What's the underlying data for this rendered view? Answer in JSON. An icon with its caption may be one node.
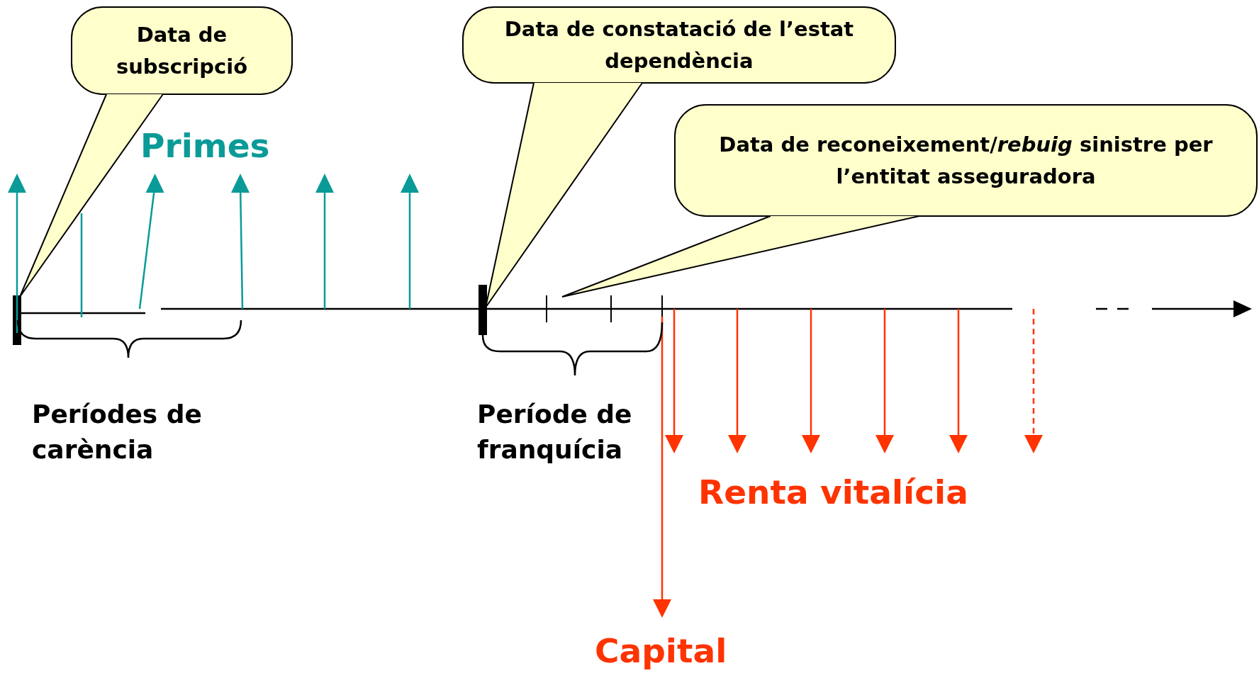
{
  "diagram": {
    "nodes": [
      {
        "text": [
          "Data de subscripció"
        ]
      },
      {
        "text": [
          "Data de constatació de l’estat dependència"
        ]
      },
      {
        "text": [
          "Data de reconeixement/*rebuig* sinistre per l’entitat asseguradora"
        ]
      }
    ],
    "edges": [
      {
        "from": 0,
        "to": null,
        "arrow": "none"
      },
      {
        "from": 1,
        "to": null,
        "arrow": "none"
      },
      {
        "from": 2,
        "to": null,
        "arrow": "none"
      }
    ],
    "labels": [
      "Primes",
      "Períodes de carència",
      "Període de franquícia",
      "Renta vitalícia",
      "Capital"
    ]
  }
}
